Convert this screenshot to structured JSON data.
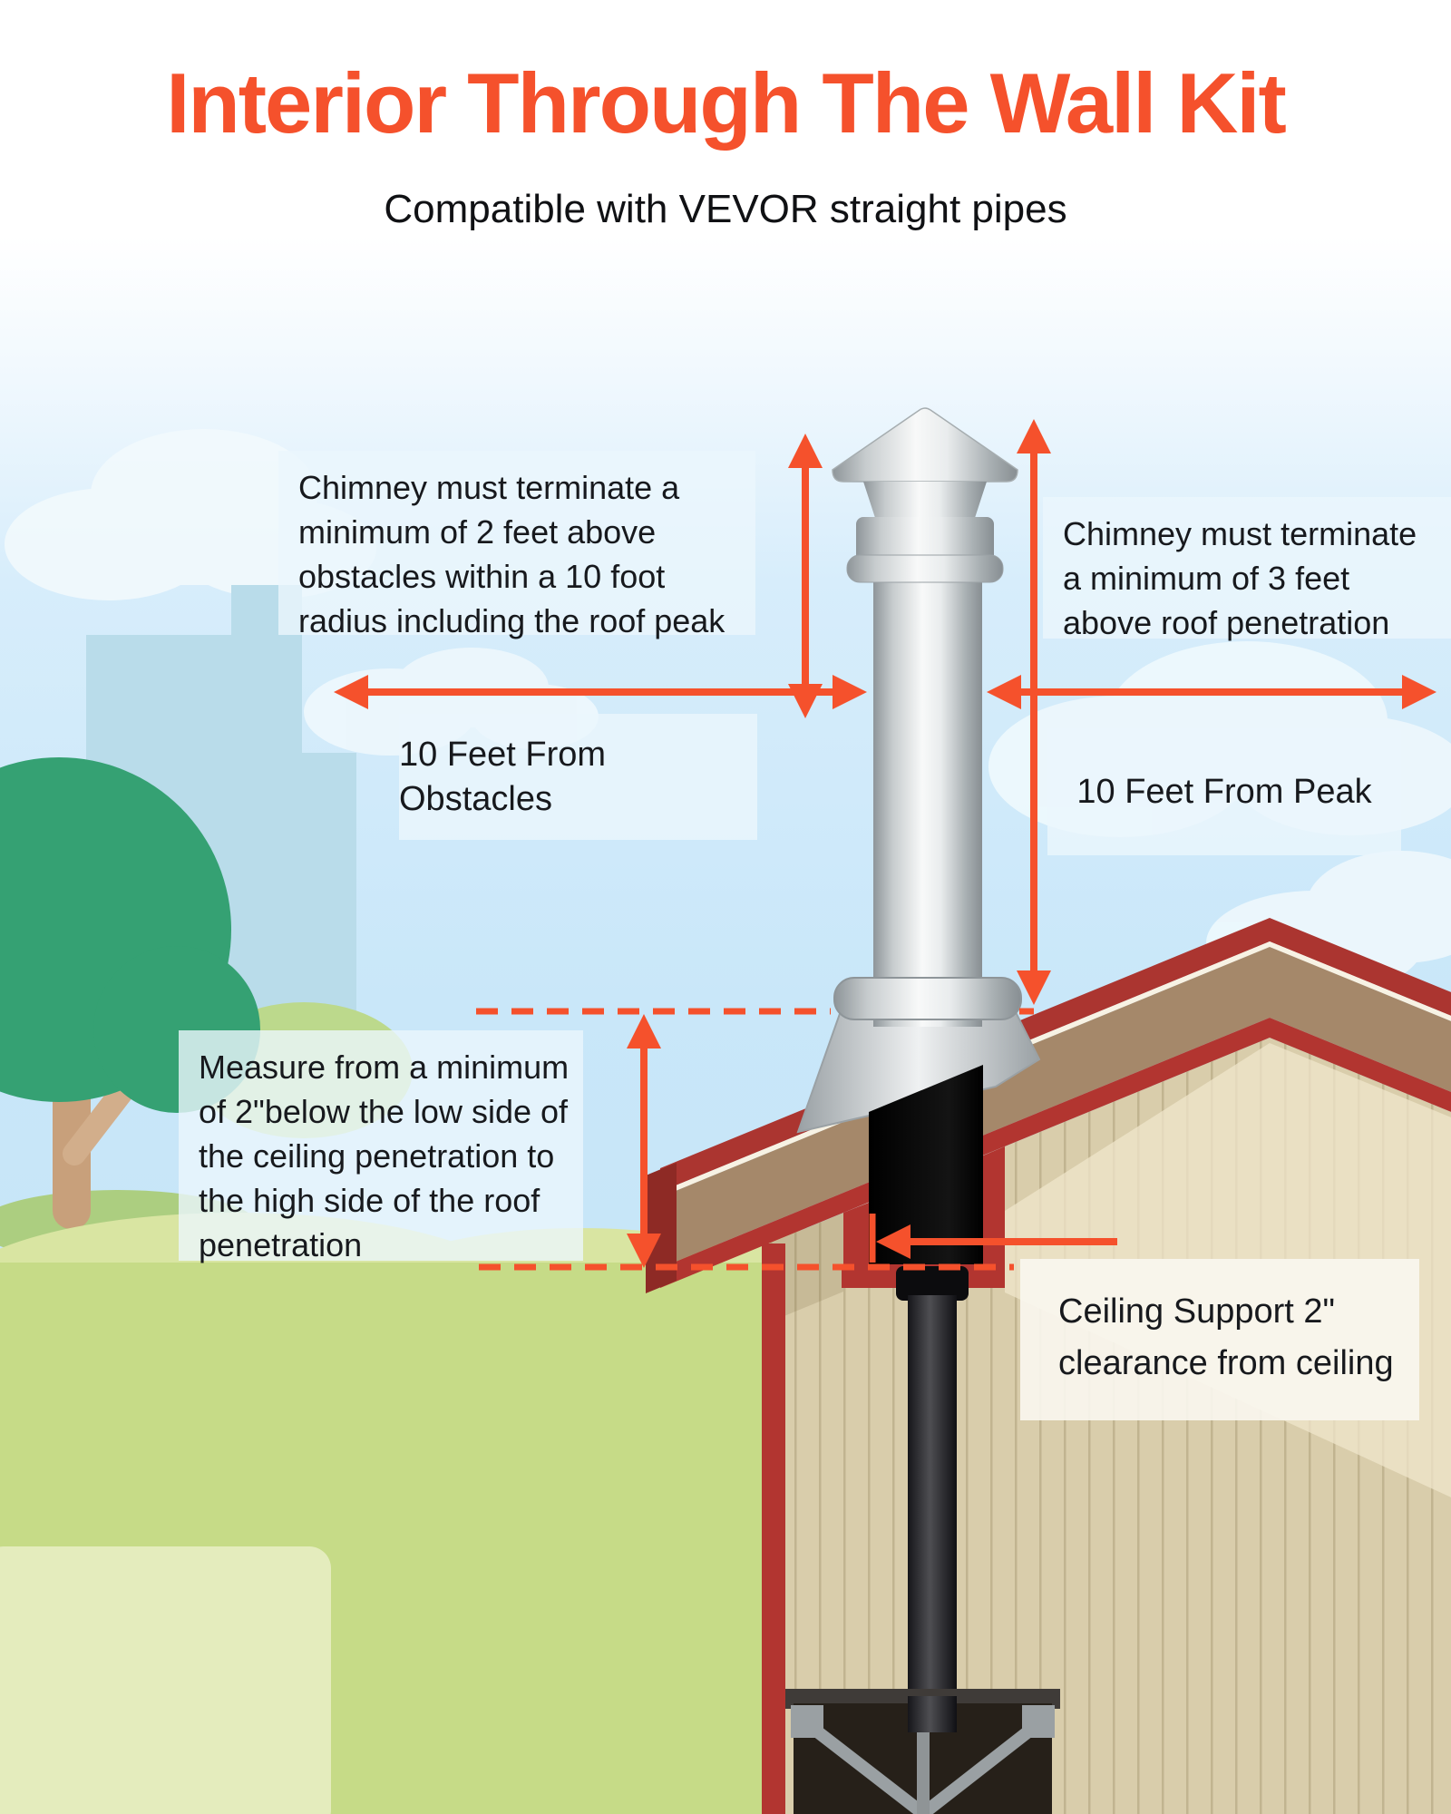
{
  "title": "Interior Through The Wall Kit",
  "subtitle": "Compatible with VEVOR straight pipes",
  "annotations": {
    "obstacle_note": {
      "lines": [
        "Chimney must terminate a",
        "minimum of 2 feet above",
        "obstacles within a 10 foot",
        "radius including the roof peak"
      ]
    },
    "peak_note": {
      "lines": [
        "Chimney must terminate",
        "a minimum of 3 feet",
        "above roof penetration"
      ]
    },
    "obstacles_label": "10 Feet From Obstacles",
    "peak_label": "10 Feet From Peak",
    "measure_note": {
      "lines": [
        "Measure from a minimum",
        "of 2\"below the low side of",
        "the ceiling penetration to",
        "the high side of the roof",
        "penetration"
      ]
    },
    "ceiling_note": {
      "lines": [
        "Ceiling Support 2\"",
        "clearance from ceiling"
      ]
    }
  },
  "colors": {
    "accent_orange": "#f5512c",
    "title_orange": "#f5512c",
    "roof_red": "#b23530",
    "roof_brown": "#a5886a",
    "wall_tan": "#d9cdab",
    "sky_blue": "#c9e7f9",
    "grass_green": "#c6db87",
    "pipe_silver": "#d9dddf",
    "pipe_black": "#111111"
  }
}
